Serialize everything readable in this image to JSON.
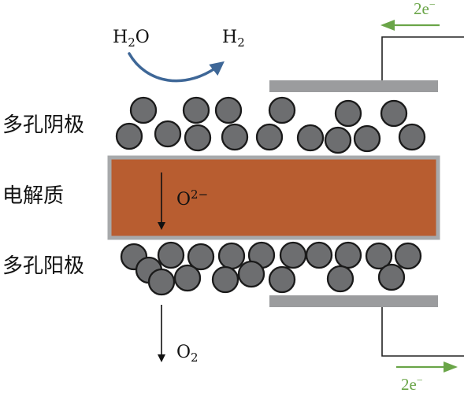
{
  "labels": {
    "cathode": "多孔阴极",
    "electrolyte": "电解质",
    "anode": "多孔阳极"
  },
  "species": {
    "water_base": "H",
    "water_sub": "2",
    "water_tail": "O",
    "hydrogen_base": "H",
    "hydrogen_sub": "2",
    "oxide_ion_base": "O",
    "oxide_ion_sup": "2−",
    "oxygen_base": "O",
    "oxygen_sub": "2"
  },
  "electron_flow": {
    "top_label": "2e",
    "top_sup": "−",
    "bottom_label": "2e",
    "bottom_sup": "−"
  },
  "colors": {
    "electrolyte_fill": "#b85d30",
    "electrolyte_border": "#a7a9ab",
    "particle_fill": "#6d6e70",
    "particle_stroke": "#1a1a1a",
    "plate": "#9b9c9e",
    "reaction_arrow": "#3e6797",
    "electron_arrow": "#6aa548",
    "circuit_wire": "#222222"
  }
}
